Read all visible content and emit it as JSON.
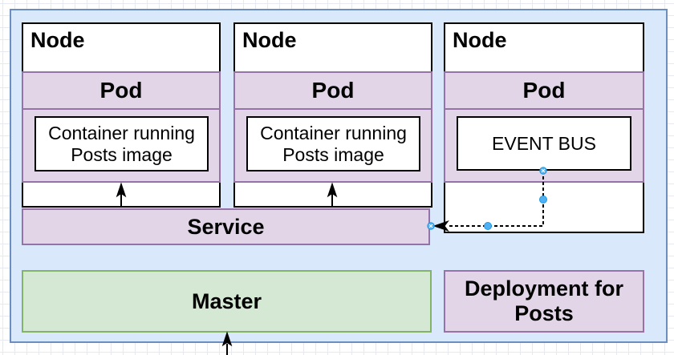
{
  "diagram": {
    "nodes": [
      {
        "title": "Node",
        "pod_label": "Pod",
        "container_label": "Container running Posts image"
      },
      {
        "title": "Node",
        "pod_label": "Pod",
        "container_label": "Container running Posts image"
      },
      {
        "title": "Node",
        "pod_label": "Pod",
        "container_label": "EVENT BUS"
      }
    ],
    "service_label": "Service",
    "master_label": "Master",
    "deployment_label": "Deployment for Posts"
  },
  "colors": {
    "cluster_fill": "#dae8fc",
    "cluster_border": "#6c8ebf",
    "pod_fill": "#e1d5e7",
    "pod_border": "#9673a6",
    "master_fill": "#d5e8d4",
    "master_border": "#82b366",
    "node_fill": "#ffffff",
    "node_border": "#000000",
    "arrow_color": "#000000",
    "selection_handle_fill": "#4fb1f2",
    "selection_handle_border": "#1d99e0"
  }
}
